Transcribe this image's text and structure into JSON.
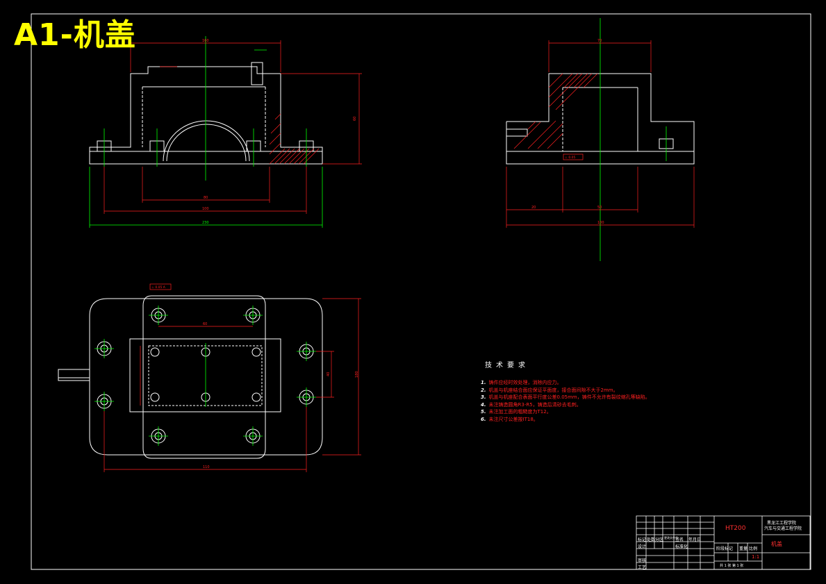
{
  "sheet": {
    "title": "A1-机盖"
  },
  "views": {
    "front_view": {
      "dims": [
        "160",
        "80",
        "60",
        "100",
        "230"
      ]
    },
    "side_view": {
      "dims": [
        "70",
        "20",
        "50",
        "100"
      ],
      "labels": {
        "surface": "⊥ 0.05"
      }
    },
    "top_view": {
      "dims": [
        "110",
        "60",
        "40",
        "180"
      ],
      "labels": {
        "tol_box": "⊥ 0.05 A"
      }
    }
  },
  "technical_requirements": {
    "title": "技术要求",
    "items": [
      {
        "num": "1.",
        "text": "铸件应经时效处理，消除内应力。"
      },
      {
        "num": "2.",
        "text": "机盖与机座结合面应保证平面度，接合面间隙不大于2mm。"
      },
      {
        "num": "3.",
        "text": "机盖与机座配合表面平行度公差0.05mm，铸件不允许有裂纹缩孔等缺陷。"
      },
      {
        "num": "4.",
        "text": "未注铸造圆角R3-R5，铸造后清砂去毛刺。"
      },
      {
        "num": "5.",
        "text": "未注加工面的粗糙度为T12。"
      },
      {
        "num": "6.",
        "text": "未注尺寸公差按IT18。"
      }
    ]
  },
  "title_block": {
    "material": "HT200",
    "school_line1": "黑龙江工程学院",
    "school_line2": "汽车与交通工程学院",
    "part_name": "机盖",
    "scale": "1:1",
    "sheet_info": "共 1 张  第 1 张",
    "row_labels": [
      "标记",
      "处数",
      "分区",
      "更改文件号",
      "签名",
      "年月日"
    ],
    "design": "设计",
    "review": "审核",
    "process": "工艺",
    "standardize": "标准化",
    "stage_mark": "阶段标记",
    "weight": "重量",
    "ratio": "比例"
  },
  "colors": {
    "outline": "#ffffff",
    "dimension": "#ff2020",
    "center": "#00ff00",
    "hatch": "#ff2020",
    "title": "#ffff00"
  }
}
